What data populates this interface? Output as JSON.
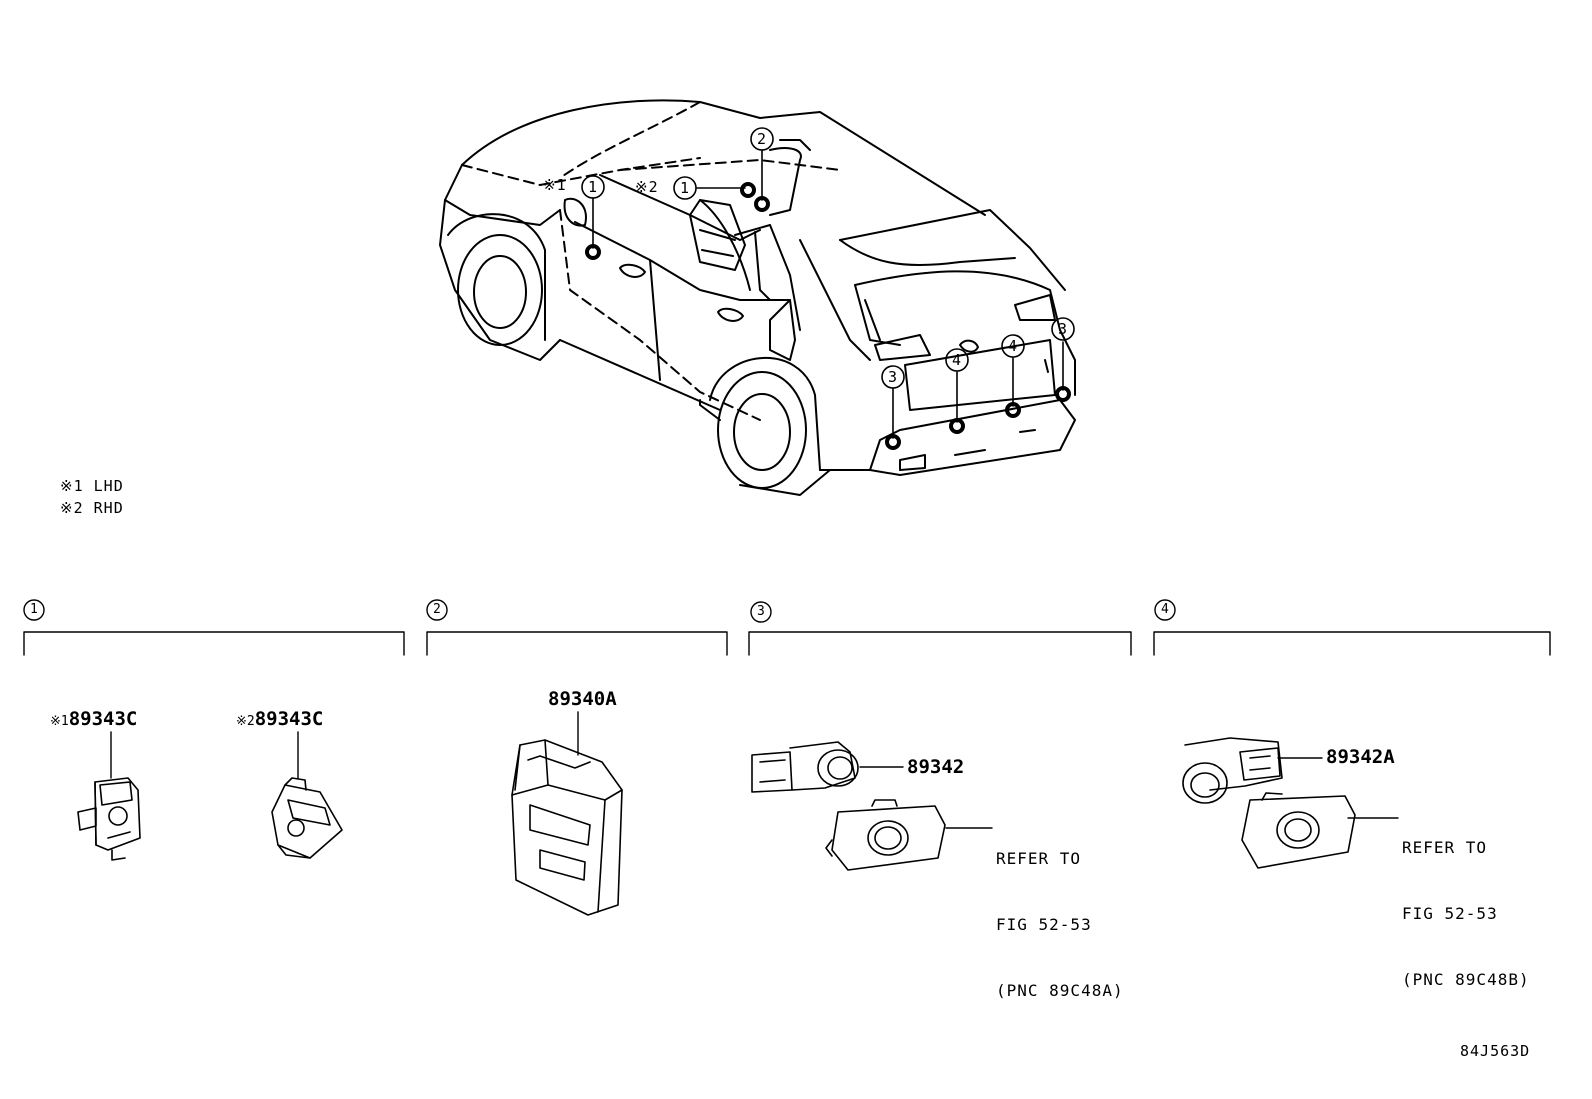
{
  "notes": {
    "lhd": {
      "mark": "※1",
      "label": "LHD"
    },
    "rhd": {
      "mark": "※2",
      "label": "RHD"
    }
  },
  "callouts": {
    "c1a": {
      "num": "1",
      "mark": "※1"
    },
    "c1b": {
      "num": "1",
      "mark": "※2"
    },
    "c2": {
      "num": "2"
    },
    "c3a": {
      "num": "3"
    },
    "c3b": {
      "num": "3"
    },
    "c4a": {
      "num": "4"
    },
    "c4b": {
      "num": "4"
    }
  },
  "groups": {
    "g1": {
      "num": "1"
    },
    "g2": {
      "num": "2"
    },
    "g3": {
      "num": "3"
    },
    "g4": {
      "num": "4"
    }
  },
  "parts": {
    "p89343c_lhd": {
      "mark": "※1",
      "number": "89343C"
    },
    "p89343c_rhd": {
      "mark": "※2",
      "number": "89343C"
    },
    "p89340a": {
      "number": "89340A"
    },
    "p89342": {
      "number": "89342"
    },
    "p89342a": {
      "number": "89342A"
    }
  },
  "refs": {
    "ref_a": {
      "line1": "REFER TO",
      "line2": "FIG 52-53",
      "line3": "(PNC 89C48A)"
    },
    "ref_b": {
      "line1": "REFER TO",
      "line2": "FIG 52-53",
      "line3": "(PNC 89C48B)"
    }
  },
  "drawing_code": "84J563D",
  "icons": {
    "vehicle": "suv-rear-three-quarter-outline",
    "sensor_dots": "sensor-location-dot",
    "part_1": "ultrasonic-sensor-switch",
    "part_2": "clearance-sonar-ecu",
    "part_3": "corner-ultrasonic-sensor-with-retainer",
    "part_4": "back-ultrasonic-sensor-with-retainer"
  }
}
